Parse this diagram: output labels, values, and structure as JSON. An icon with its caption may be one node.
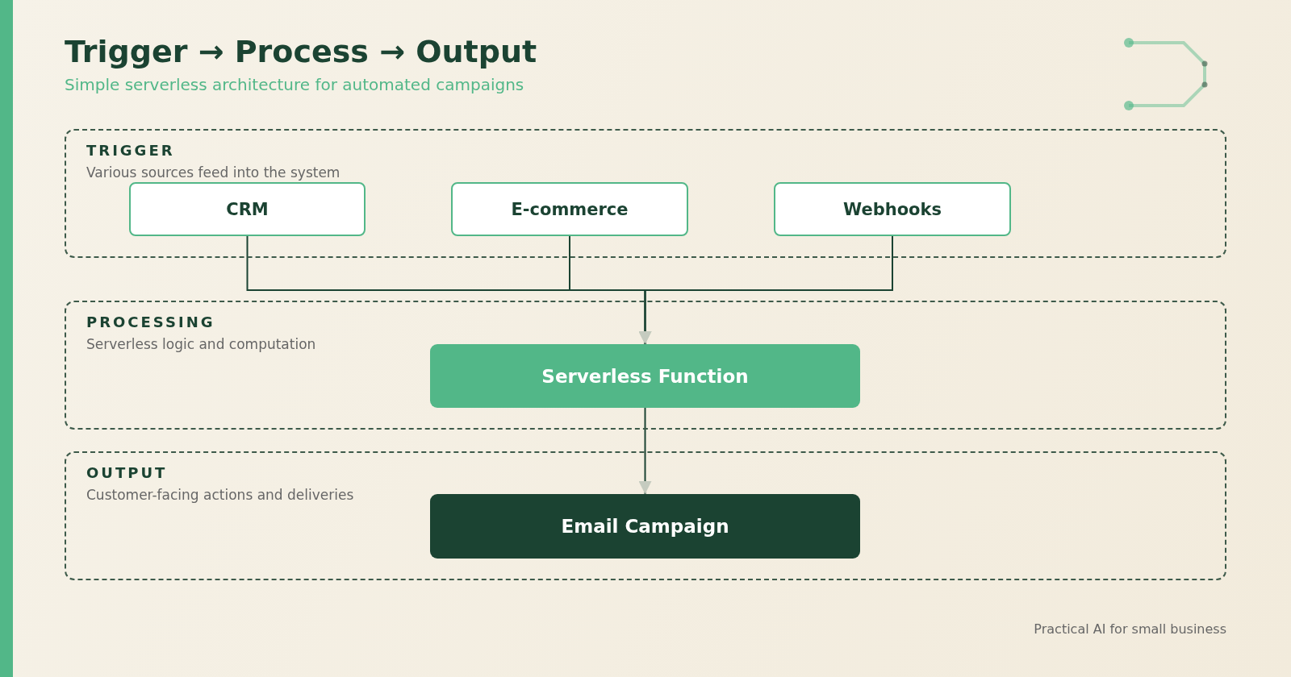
{
  "diagram": {
    "title": "Trigger → Process → Output",
    "caption": "Simple serverless architecture for automated campaigns",
    "nodes": [
      {
        "text": [
          "TRIGGER",
          "Various sources feed into the system"
        ]
      },
      {
        "text": [
          "CRM"
        ],
        "in": 0
      },
      {
        "text": [
          "E-commerce"
        ],
        "in": 0
      },
      {
        "text": [
          "Webhooks"
        ],
        "in": 0
      },
      {
        "text": [
          "PROCESSING",
          "Serverless logic and computation"
        ]
      },
      {
        "text": [
          "Serverless Function"
        ],
        "in": 4
      },
      {
        "text": [
          "OUTPUT",
          "Customer-facing actions and deliveries"
        ]
      },
      {
        "text": [
          "Email Campaign"
        ],
        "in": 6
      }
    ],
    "edges": [
      {
        "from": 1,
        "to": 5,
        "arrow": "to"
      },
      {
        "from": 2,
        "to": 5,
        "arrow": "to"
      },
      {
        "from": 3,
        "to": 5,
        "arrow": "to"
      },
      {
        "from": 5,
        "to": 7,
        "arrow": "to"
      }
    ],
    "labels": [
      "Practical AI for small business"
    ]
  }
}
